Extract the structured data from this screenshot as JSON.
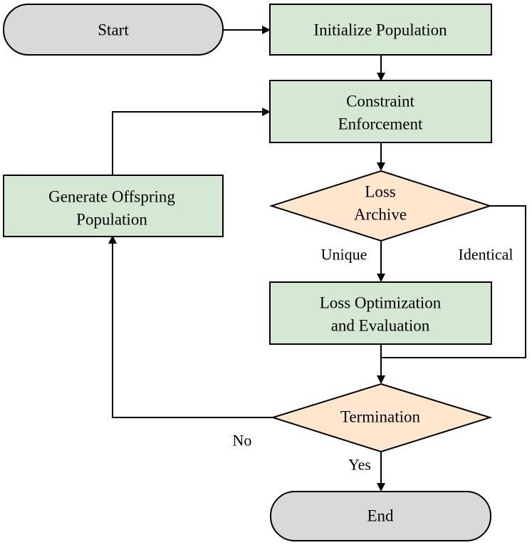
{
  "colors": {
    "terminal_fill": "#d9d9d9",
    "process_fill": "#d5e8d4",
    "decision_fill": "#ffe6cc",
    "stroke": "#000000",
    "text": "#000000"
  },
  "nodes": {
    "start": {
      "label": "Start"
    },
    "init": {
      "label": "Initialize Population"
    },
    "constraint": {
      "line1": "Constraint",
      "line2": "Enforcement"
    },
    "loss_archive": {
      "line1": "Loss",
      "line2": "Archive"
    },
    "loss_opt": {
      "line1": "Loss Optimization",
      "line2": "and Evaluation"
    },
    "termination": {
      "label": "Termination"
    },
    "end": {
      "label": "End"
    },
    "offspring": {
      "line1": "Generate Offspring",
      "line2": "Population"
    }
  },
  "edges": {
    "unique": "Unique",
    "identical": "Identical",
    "no": "No",
    "yes": "Yes"
  }
}
